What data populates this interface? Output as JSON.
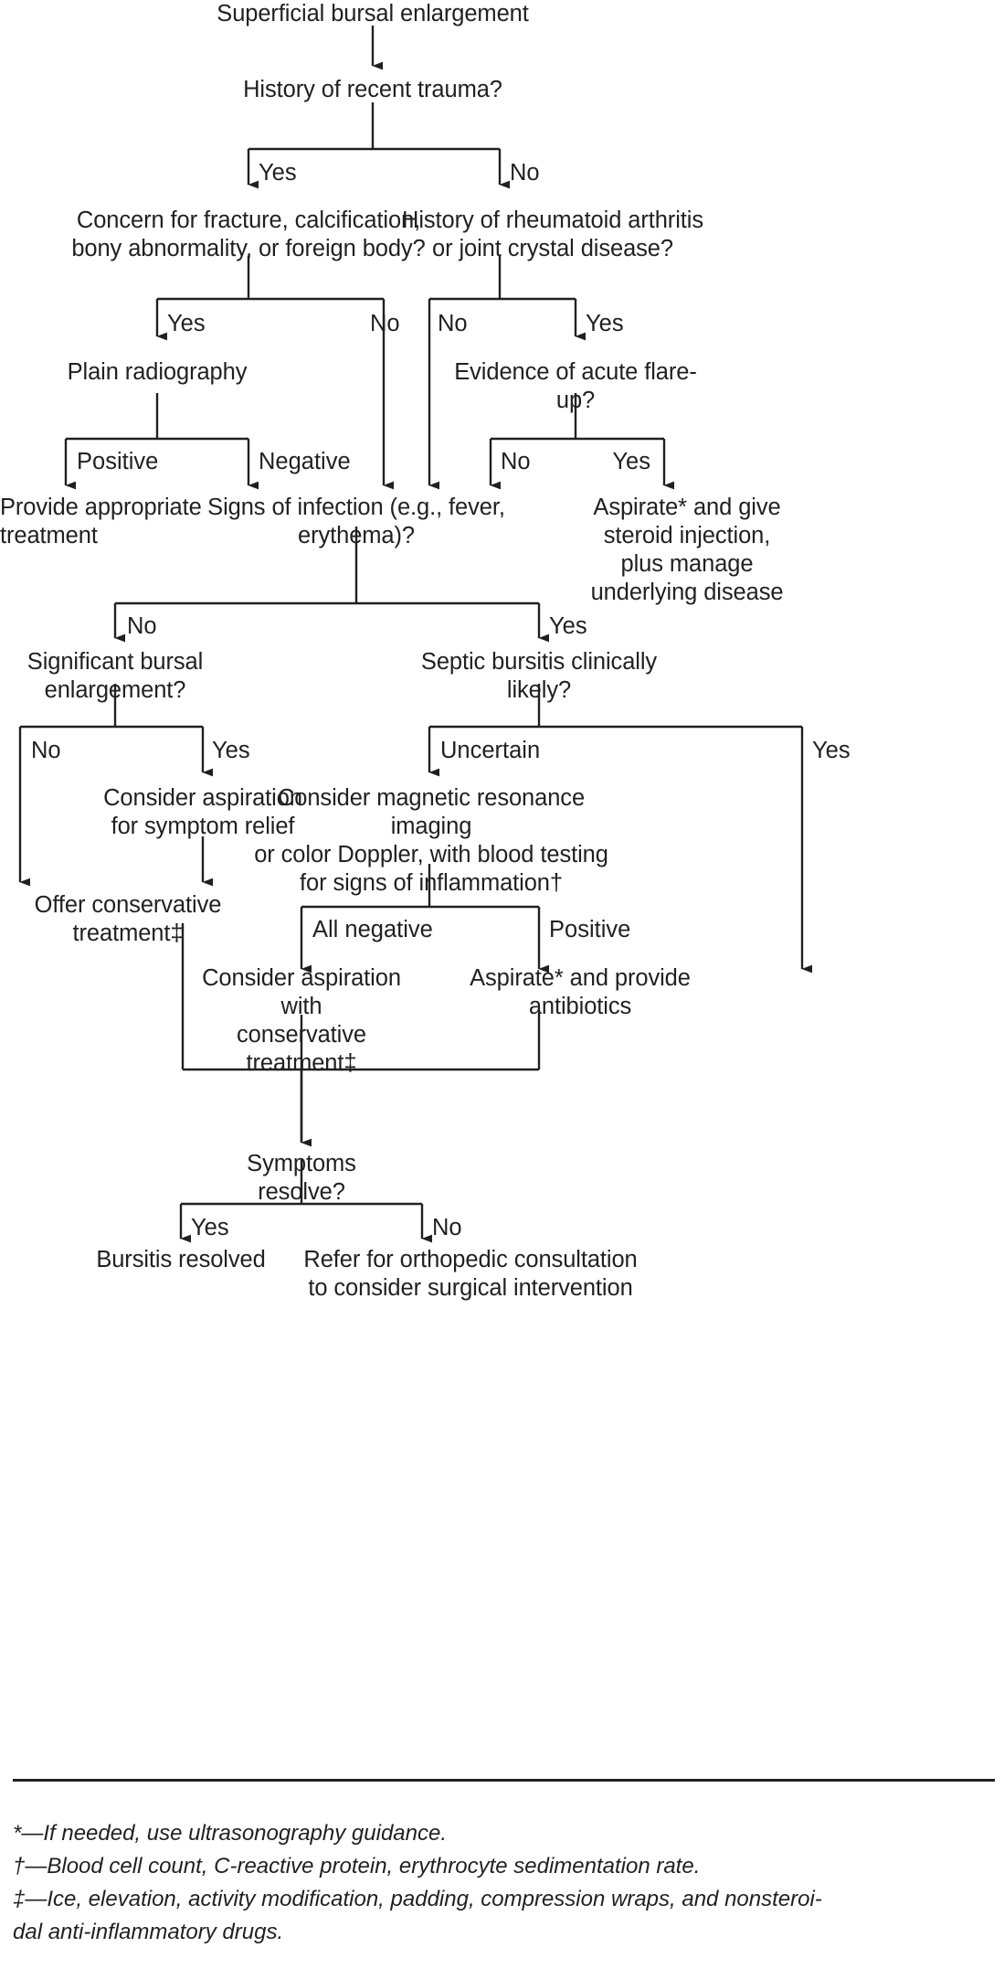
{
  "diagram": {
    "type": "clinical-decision-flowchart",
    "nodes": [
      {
        "id": "start",
        "text": "Superficial bursal enlargement"
      },
      {
        "id": "trauma",
        "text": "History of recent trauma?"
      },
      {
        "id": "fracture",
        "text": "Concern for fracture, calcification,\nbony abnormality, or foreign body?"
      },
      {
        "id": "ra",
        "text": "History of rheumatoid arthritis\nor joint crystal disease?"
      },
      {
        "id": "radiography",
        "text": "Plain radiography"
      },
      {
        "id": "flare",
        "text": "Evidence of acute flare-up?"
      },
      {
        "id": "provide",
        "text": "Provide appropriate\ntreatment"
      },
      {
        "id": "infection",
        "text": "Signs of infection (e.g., fever, erythema)?"
      },
      {
        "id": "aspirate-steroid",
        "text": "Aspirate* and give\nsteroid injection,\nplus manage\nunderlying disease"
      },
      {
        "id": "significant",
        "text": "Significant bursal enlargement?"
      },
      {
        "id": "septic",
        "text": "Septic bursitis clinically likely?"
      },
      {
        "id": "consider-asp",
        "text": "Consider aspiration\nfor symptom relief"
      },
      {
        "id": "mri",
        "text": "Consider magnetic resonance imaging\nor color Doppler, with blood testing\nfor signs of inflammation†"
      },
      {
        "id": "conservative",
        "text": "Offer conservative treatment‡"
      },
      {
        "id": "asp-conservative",
        "text": "Consider aspiration with\nconservative treatment‡"
      },
      {
        "id": "antibiotics",
        "text": "Aspirate* and provide antibiotics"
      },
      {
        "id": "resolve",
        "text": "Symptoms resolve?"
      },
      {
        "id": "resolved",
        "text": "Bursitis resolved"
      },
      {
        "id": "refer",
        "text": "Refer for orthopedic consultation\nto consider surgical intervention"
      }
    ],
    "edge_labels": [
      {
        "id": "trauma-yes",
        "text": "Yes"
      },
      {
        "id": "trauma-no",
        "text": "No"
      },
      {
        "id": "fracture-yes",
        "text": "Yes"
      },
      {
        "id": "fracture-no",
        "text": "No"
      },
      {
        "id": "ra-no",
        "text": "No"
      },
      {
        "id": "ra-yes",
        "text": "Yes"
      },
      {
        "id": "xray-positive",
        "text": "Positive"
      },
      {
        "id": "xray-negative",
        "text": "Negative"
      },
      {
        "id": "flare-no",
        "text": "No"
      },
      {
        "id": "flare-yes",
        "text": "Yes"
      },
      {
        "id": "infection-no",
        "text": "No"
      },
      {
        "id": "infection-yes",
        "text": "Yes"
      },
      {
        "id": "significant-no",
        "text": "No"
      },
      {
        "id": "significant-yes",
        "text": "Yes"
      },
      {
        "id": "septic-uncertain",
        "text": "Uncertain"
      },
      {
        "id": "septic-yes",
        "text": "Yes"
      },
      {
        "id": "mri-allneg",
        "text": "All negative"
      },
      {
        "id": "mri-positive",
        "text": "Positive"
      },
      {
        "id": "resolve-yes",
        "text": "Yes"
      },
      {
        "id": "resolve-no",
        "text": "No"
      }
    ]
  },
  "footnotes": [
    {
      "id": "asterisk",
      "text": "*—If needed, use ultrasonography guidance."
    },
    {
      "id": "dagger",
      "text": "†—Blood cell count, C-reactive protein, erythrocyte sedimentation rate."
    },
    {
      "id": "ddagger",
      "text": "‡—Ice, elevation, activity modification, padding, compression wraps, and nonsteroi-\ndal anti-inflammatory drugs."
    }
  ],
  "colors": {
    "ink": "#231f20",
    "background": "#ffffff"
  }
}
